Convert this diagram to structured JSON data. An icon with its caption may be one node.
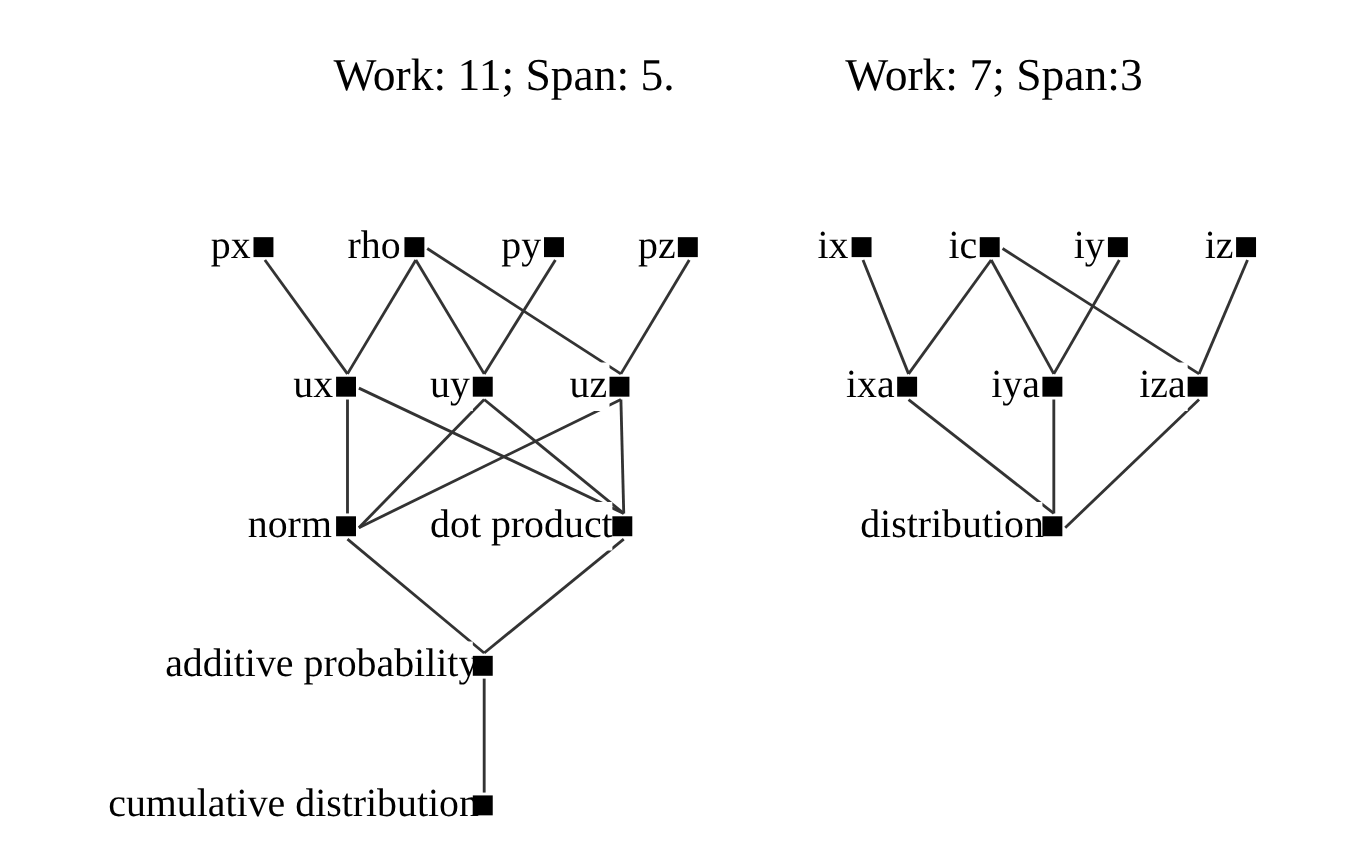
{
  "diagram": {
    "nodes": [
      {
        "text": [
          "rho"
        ]
      },
      {
        "text": [
          "px"
        ]
      },
      {
        "text": [
          "py"
        ]
      },
      {
        "text": [
          "pz"
        ]
      },
      {
        "text": [
          "ux"
        ]
      },
      {
        "text": [
          "uy"
        ]
      },
      {
        "text": [
          "uz"
        ]
      },
      {
        "text": [
          "norm"
        ]
      },
      {
        "text": [
          "dot product"
        ]
      },
      {
        "text": [
          "additive probability"
        ]
      },
      {
        "text": [
          "cumulative distribution"
        ]
      },
      {
        "text": [
          "ic"
        ]
      },
      {
        "text": [
          "ix"
        ]
      },
      {
        "text": [
          "iy"
        ]
      },
      {
        "text": [
          "iz"
        ]
      },
      {
        "text": [
          "ixa"
        ]
      },
      {
        "text": [
          "iya"
        ]
      },
      {
        "text": [
          "iza"
        ]
      },
      {
        "text": [
          "distribution"
        ]
      }
    ],
    "edges": [
      {
        "from": 0,
        "to": 4,
        "arrow": "none"
      },
      {
        "from": 0,
        "to": 5,
        "arrow": "none"
      },
      {
        "from": 0,
        "to": 6,
        "arrow": "none"
      },
      {
        "from": 1,
        "to": 4,
        "arrow": "none"
      },
      {
        "from": 2,
        "to": 5,
        "arrow": "none"
      },
      {
        "from": 3,
        "to": 6,
        "arrow": "none"
      },
      {
        "from": 4,
        "to": 7,
        "arrow": "none"
      },
      {
        "from": 4,
        "to": 8,
        "arrow": "none"
      },
      {
        "from": 5,
        "to": 7,
        "arrow": "none"
      },
      {
        "from": 5,
        "to": 8,
        "arrow": "none"
      },
      {
        "from": 6,
        "to": 7,
        "arrow": "none"
      },
      {
        "from": 6,
        "to": 8,
        "arrow": "none"
      },
      {
        "from": 7,
        "to": 9,
        "arrow": "none"
      },
      {
        "from": 8,
        "to": 9,
        "arrow": "none"
      },
      {
        "from": 9,
        "to": 10,
        "arrow": "none"
      },
      {
        "from": 11,
        "to": 15,
        "arrow": "none"
      },
      {
        "from": 11,
        "to": 16,
        "arrow": "none"
      },
      {
        "from": 11,
        "to": 17,
        "arrow": "none"
      },
      {
        "from": 12,
        "to": 15,
        "arrow": "none"
      },
      {
        "from": 13,
        "to": 16,
        "arrow": "none"
      },
      {
        "from": 14,
        "to": 17,
        "arrow": "none"
      },
      {
        "from": 15,
        "to": 18,
        "arrow": "none"
      },
      {
        "from": 16,
        "to": 18,
        "arrow": "none"
      },
      {
        "from": 17,
        "to": 18,
        "arrow": "none"
      }
    ],
    "labels": [
      "Work: 11; Span: 5.",
      "Work: 7; Span:3"
    ]
  }
}
